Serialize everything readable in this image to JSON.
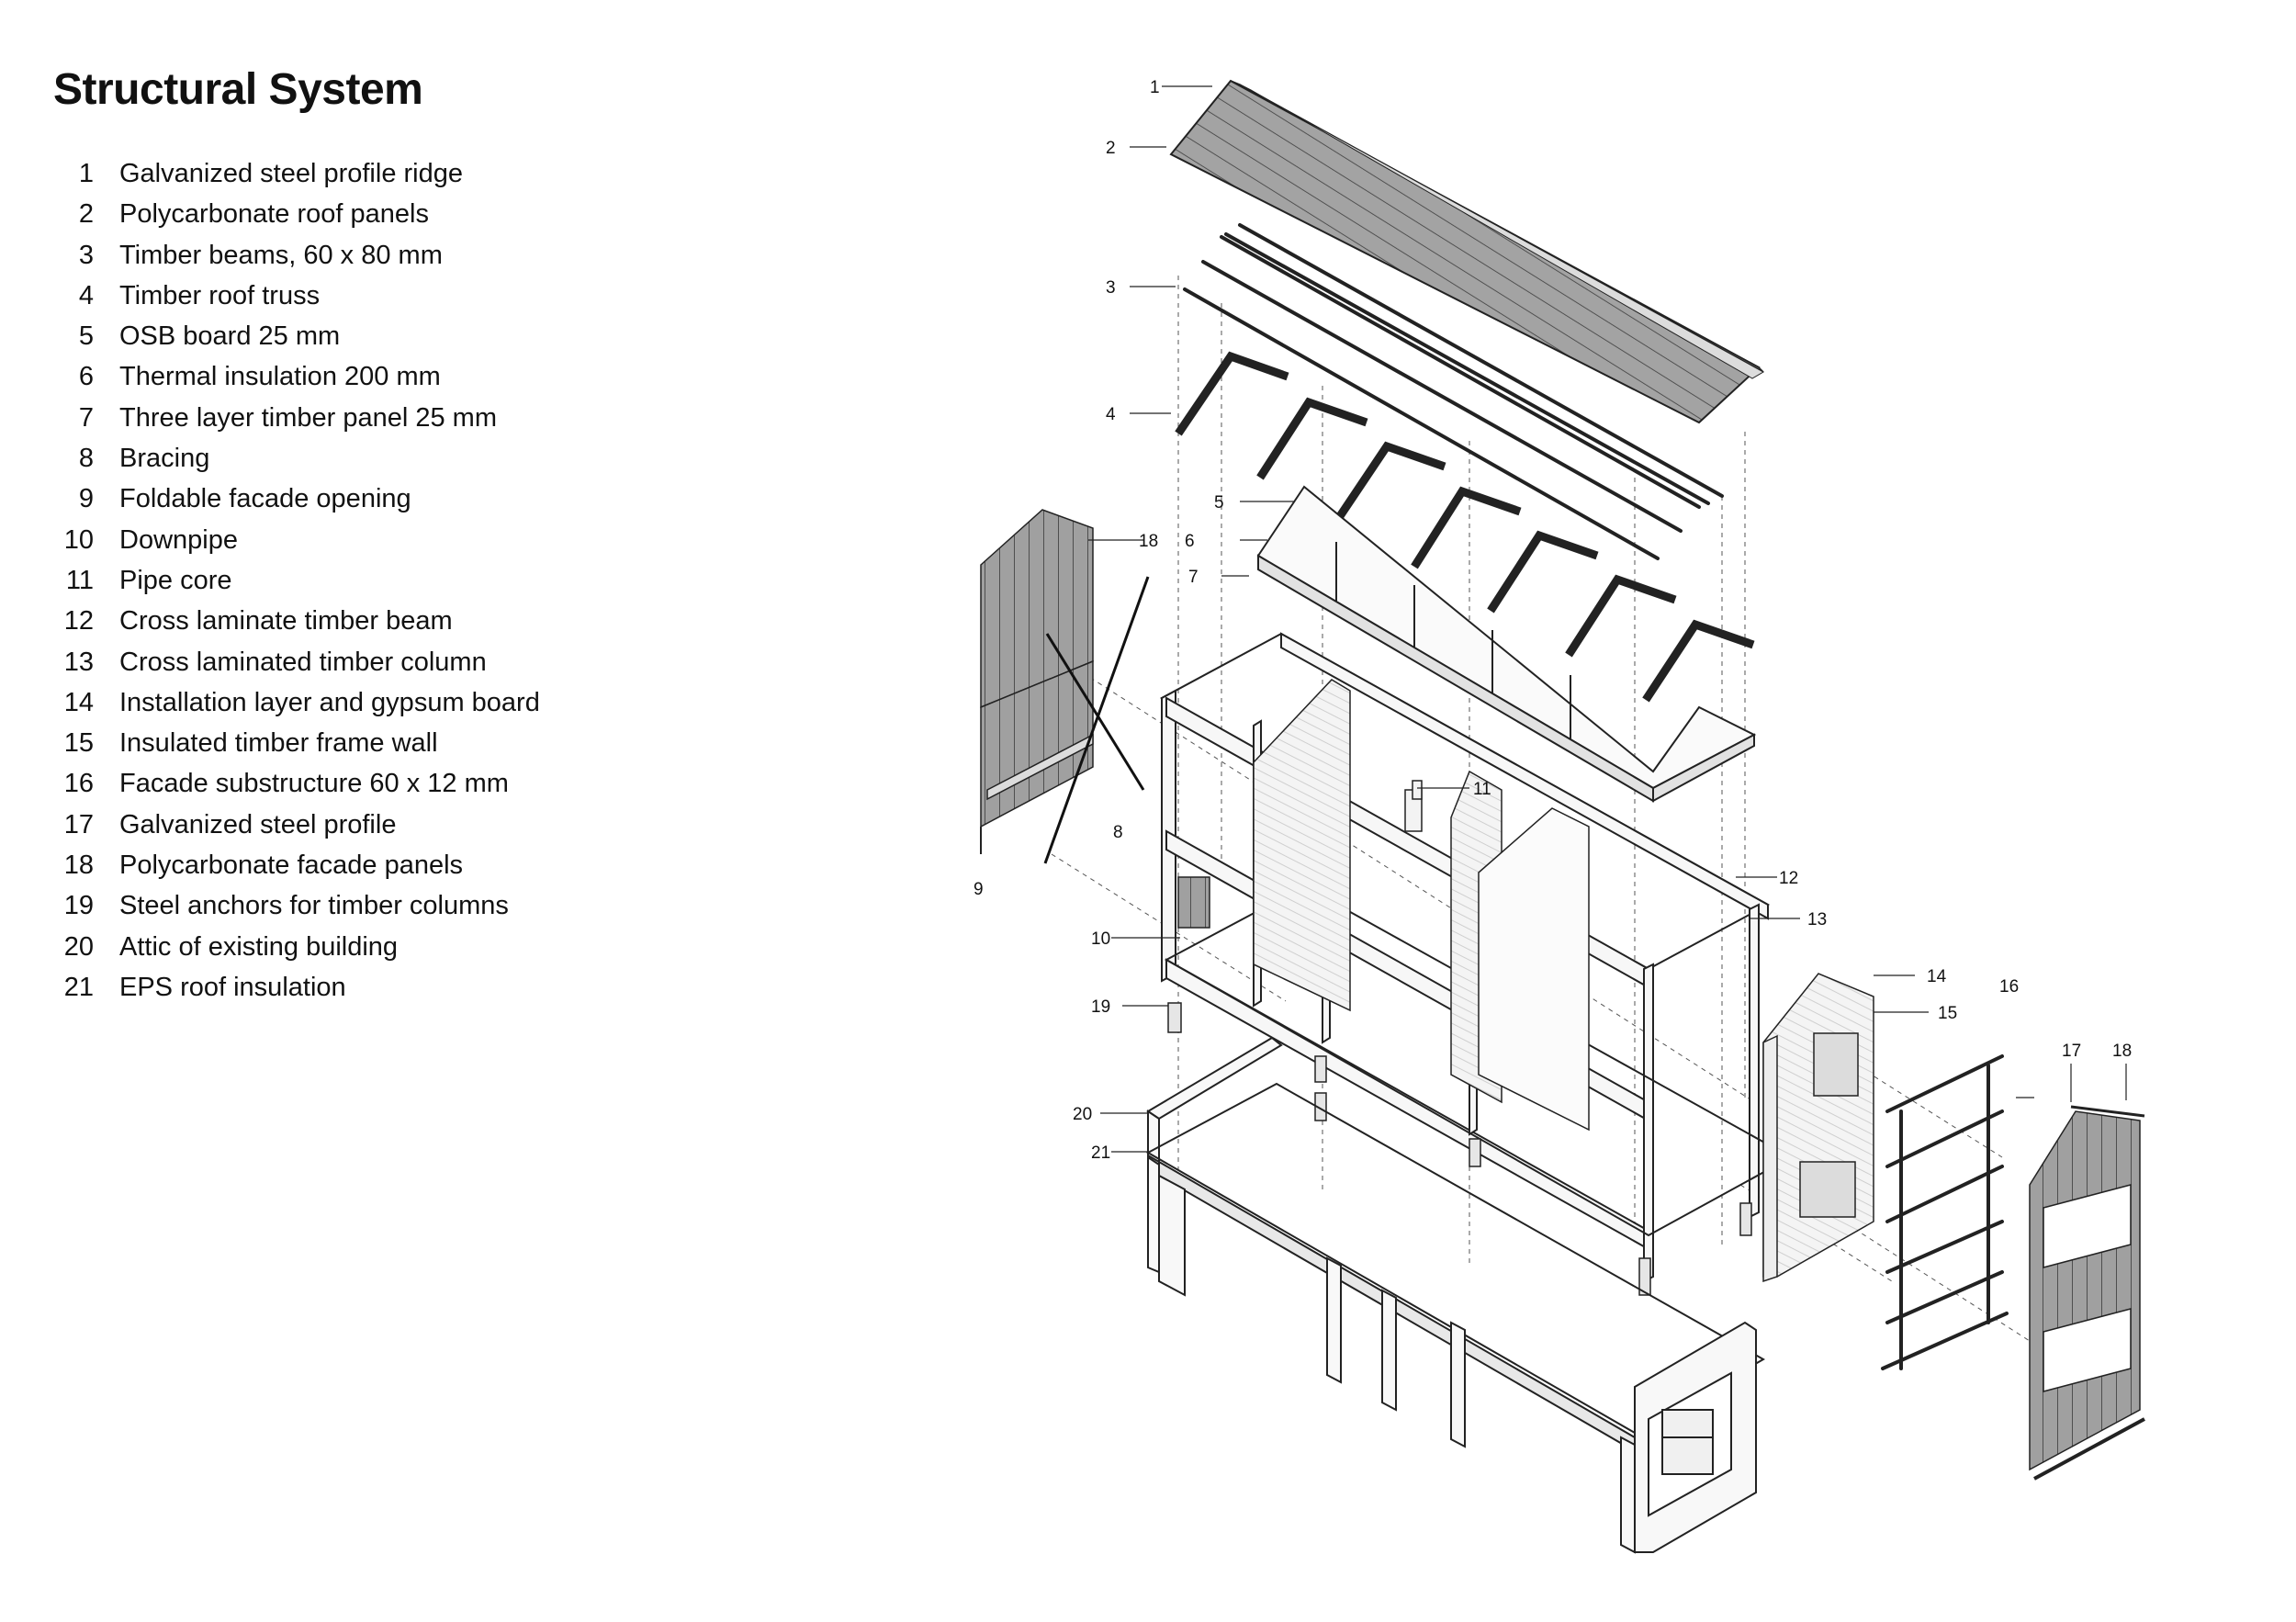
{
  "title": "Structural System",
  "legend": [
    {
      "num": "1",
      "text": "Galvanized steel profile ridge"
    },
    {
      "num": "2",
      "text": "Polycarbonate roof panels"
    },
    {
      "num": "3",
      "text": "Timber beams, 60 x 80 mm"
    },
    {
      "num": "4",
      "text": "Timber roof truss"
    },
    {
      "num": "5",
      "text": "OSB board 25 mm"
    },
    {
      "num": "6",
      "text": "Thermal insulation 200 mm"
    },
    {
      "num": "7",
      "text": "Three layer timber panel 25 mm"
    },
    {
      "num": "8",
      "text": "Bracing"
    },
    {
      "num": "9",
      "text": "Foldable facade opening"
    },
    {
      "num": "10",
      "text": "Downpipe"
    },
    {
      "num": "11",
      "text": "Pipe core"
    },
    {
      "num": "12",
      "text": "Cross laminate timber beam"
    },
    {
      "num": "13",
      "text": "Cross laminated timber column"
    },
    {
      "num": "14",
      "text": "Installation layer and gypsum board"
    },
    {
      "num": "15",
      "text": "Insulated timber frame wall"
    },
    {
      "num": "16",
      "text": "Facade substructure 60 x 12 mm"
    },
    {
      "num": "17",
      "text": "Galvanized steel profile"
    },
    {
      "num": "18",
      "text": "Polycarbonate facade panels"
    },
    {
      "num": "19",
      "text": "Steel anchors for timber columns"
    },
    {
      "num": "20",
      "text": "Attic of existing building"
    },
    {
      "num": "21",
      "text": "EPS roof insulation"
    }
  ],
  "callouts": {
    "c1": "1",
    "c2": "2",
    "c3": "3",
    "c4": "4",
    "c5": "5",
    "c6": "6",
    "c7": "7",
    "c18a": "18",
    "c8": "8",
    "c9": "9",
    "c10": "10",
    "c11": "11",
    "c12": "12",
    "c13": "13",
    "c14": "14",
    "c15": "15",
    "c16": "16",
    "c17": "17",
    "c18b": "18",
    "c19": "19",
    "c20": "20",
    "c21": "21"
  },
  "colors": {
    "line": "#222222",
    "panel": "#9a9a9a",
    "panel_dark": "#6e6e6e",
    "background": "#ffffff"
  }
}
